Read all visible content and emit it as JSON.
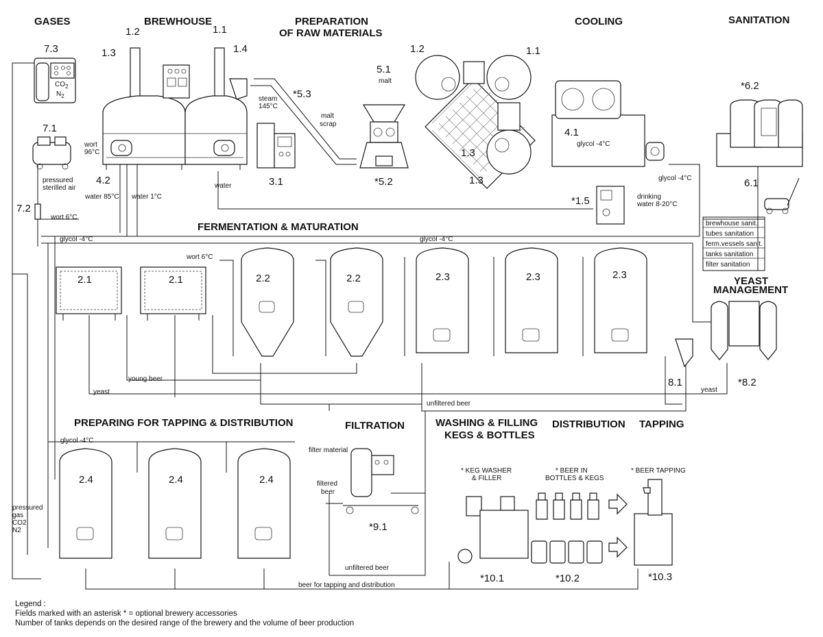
{
  "sections": {
    "gases": "GASES",
    "brewhouse": "BREWHOUSE",
    "preparation_1": "PREPARATION",
    "preparation_2": "OF RAW MATERIALS",
    "cooling": "COOLING",
    "sanitation": "SANITATION",
    "fermentation": "FERMENTATION & MATURATION",
    "yeast_1": "YEAST",
    "yeast_2": "MANAGEMENT",
    "tapping_prep": "PREPARING FOR TAPPING & DISTRIBUTION",
    "filtration": "FILTRATION",
    "washing_1": "WASHING & FILLING",
    "washing_2": "KEGS & BOTTLES",
    "distribution": "DISTRIBUTION",
    "tapping": "TAPPING"
  },
  "ids": {
    "bh_12": "1.2",
    "bh_11": "1.1",
    "bh_13": "1.3",
    "bh_14": "1.4",
    "gas_73": "7.3",
    "gas_71": "7.1",
    "gas_72": "7.2",
    "mill_51": "5.1",
    "mill_53": "*5.3",
    "mill_52": "*5.2",
    "steam_31": "3.1",
    "hx_42": "4.2",
    "top_12": "1.2",
    "top_11": "1.1",
    "top_13a": "1.3",
    "top_13b": "1.3",
    "cool_41": "4.1",
    "san_62": "*6.2",
    "san_61": "6.1",
    "water_15": "*1.5",
    "t21a": "2.1",
    "t21b": "2.1",
    "t22a": "2.2",
    "t22b": "2.2",
    "t23a": "2.3",
    "t23b": "2.3",
    "t23c": "2.3",
    "y81": "8.1",
    "y82": "*8.2",
    "t24a": "2.4",
    "t24b": "2.4",
    "t24c": "2.4",
    "f91": "*9.1",
    "k101": "*10.1",
    "k102": "*10.2",
    "k103": "*10.3"
  },
  "labels": {
    "co2": "CO",
    "co2_sub": "2",
    "n2": "N",
    "n2_sub": "2",
    "steam": "steam",
    "steam_temp": "145°C",
    "malt": "malt",
    "malt_scrap_1": "malt",
    "malt_scrap_2": "scrap",
    "wort_1": "wort",
    "wort_2": "96°C",
    "pressured_1": "pressured",
    "pressured_2": "sterilled air",
    "water": "water",
    "water_85": "water 85°C",
    "water_1": "water 1°C",
    "wort_6_left": "wort 6°C",
    "wort_6_tanks": "wort 6°C",
    "glycol_cooling": "glycol -4°C",
    "glycol_right": "glycol -4°C",
    "glycol_ferm_left": "glycol -4°C",
    "glycol_ferm_mid": "glycol -4°C",
    "glycol_tap": "glycol -4°C",
    "drinking_1": "drinking",
    "drinking_2": "water 8-20°C",
    "young_beer": "young beer",
    "yeast_left": "yeast",
    "yeast_right": "yeast",
    "unfiltered_top": "unfiltered beer",
    "unfiltered_bottom": "unfiltered beer",
    "beer_tap_dist": "beer for tapping and distribution",
    "filter_material": "filter material",
    "filtered_1": "filtered",
    "filtered_2": "beer",
    "pressured_gas_1": "pressured",
    "pressured_gas_2": "gas",
    "pressured_gas_3": "CO2",
    "pressured_gas_4": "N2",
    "keg_washer_1": "* KEG WASHER",
    "keg_washer_2": "& FILLER",
    "beer_in_1": "* BEER IN",
    "beer_in_2": "BOTTLES & KEGS",
    "beer_tapping": "* BEER TAPPING"
  },
  "sanitation_lines": [
    "brewhouse sanit.",
    "tubes sanitation",
    "ferm.vessels sanit.",
    "tanks sanitation",
    "filter sanitation"
  ],
  "legend": {
    "title": "Legend :",
    "line1": "Fields marked with an asterisk * = optional brewery accessories",
    "line2": "Number of tanks depends on the desired range of the brewery and the volume of beer production"
  }
}
